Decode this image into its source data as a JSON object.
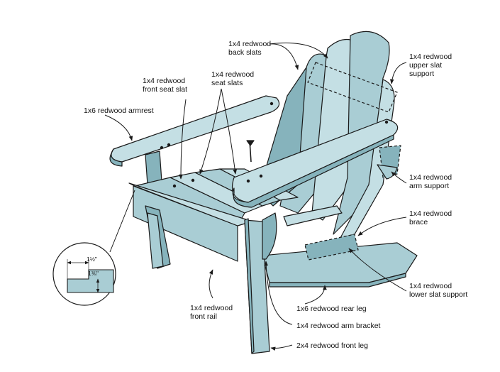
{
  "labels": {
    "back_slats": "1x4 redwood\nback slats",
    "upper_slat_support": "1x4 redwood\nupper slat\nsupport",
    "front_seat_slat": "1x4 redwood\nfront seat slat",
    "seat_slats": "1x4 redwood\nseat slats",
    "armrest": "1x6 redwood armrest",
    "arm_support": "1x4 redwood\narm support",
    "brace": "1x4 redwood\nbrace",
    "lower_slat_support": "1x4 redwood\nlower slat support",
    "front_rail": "1x4 redwood\nfront rail",
    "rear_leg": "1x6 redwood rear leg",
    "arm_bracket": "1x4 redwood arm bracket",
    "front_leg": "2x4 redwood front leg"
  },
  "inset": {
    "dim_top": "1½\"",
    "dim_side": "1⅜\""
  },
  "colors": {
    "wood_fill": "#a9cdd4",
    "wood_light": "#c4dfe4",
    "wood_dark": "#86b3bc",
    "outline": "#1a1a1a"
  }
}
